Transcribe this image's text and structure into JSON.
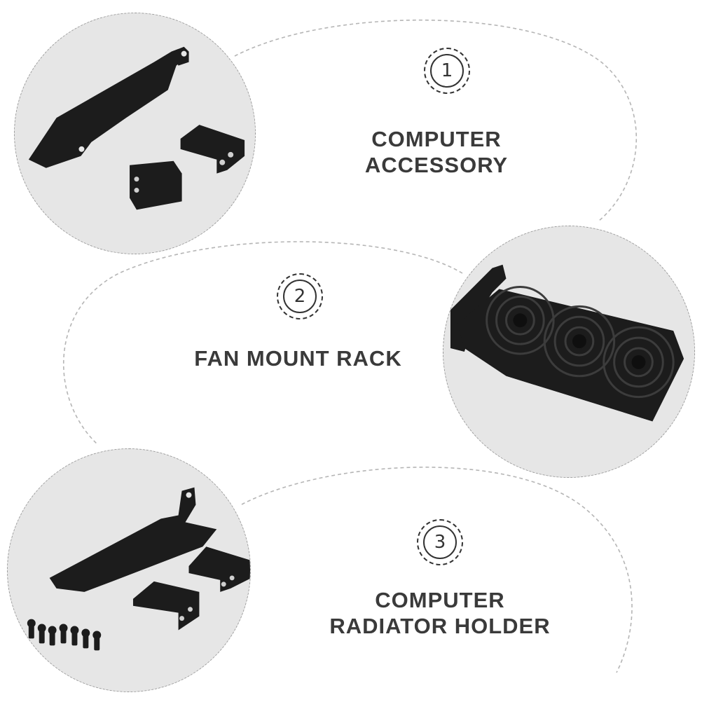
{
  "colors": {
    "text": "#3a3a3a",
    "dashed_outline": "#b5b5b5",
    "photo_bg": "#e6e6e6",
    "part": "#1c1c1c"
  },
  "sections": [
    {
      "number": "1",
      "title_lines": [
        "COMPUTER",
        "ACCESSORY"
      ]
    },
    {
      "number": "2",
      "title_lines": [
        "FAN MOUNT RACK"
      ]
    },
    {
      "number": "3",
      "title_lines": [
        "COMPUTER",
        "RADIATOR HOLDER"
      ]
    }
  ],
  "photos": [
    {
      "name": "bracket-and-clips-photo"
    },
    {
      "name": "triple-fan-mount-photo"
    },
    {
      "name": "bracket-clips-screws-photo"
    }
  ]
}
